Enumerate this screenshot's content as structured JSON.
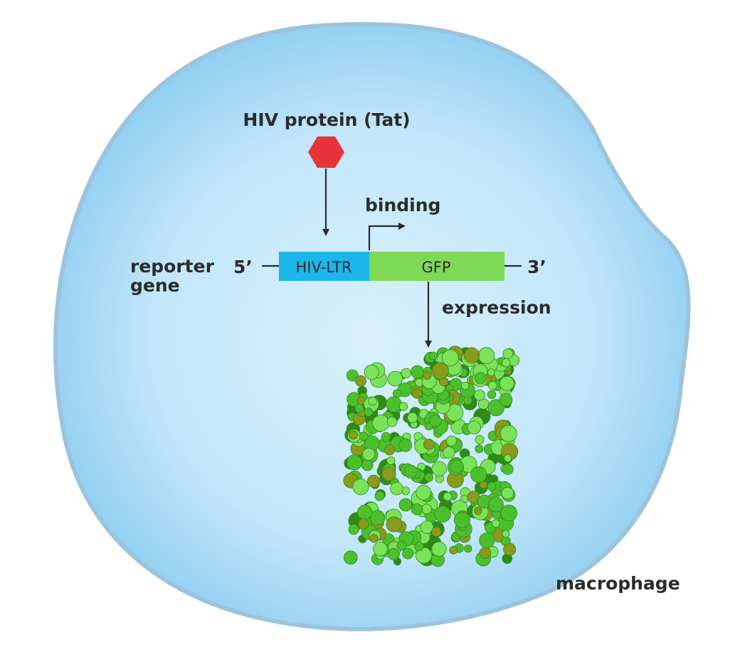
{
  "diagram": {
    "protein_label": "HIV protein (Tat)",
    "binding_label": "binding",
    "reporter_label_line1": "reporter",
    "reporter_label_line2": "gene",
    "five_prime": "5’",
    "three_prime": "3’",
    "promoter_segment": "HIV-LTR",
    "gene_segment": "GFP",
    "expression_label": "expression",
    "cell_label": "macrophage"
  },
  "colors": {
    "cell_fill_center": "#d8f1fd",
    "cell_fill_edge": "#7fc6ee",
    "cell_outline": "#9cc4dc",
    "tat_hexagon": "#e8333a",
    "promoter_segment": "#1bb7ea",
    "gene_segment": "#7ed957",
    "protein_light": "#7be35a",
    "protein_mid": "#4cbf2d",
    "protein_dark": "#2f8a18",
    "protein_olive": "#8a9a1c",
    "arrow": "#2b2b2b"
  },
  "icons": {
    "tat_protein": "hexagon-icon",
    "gfp_protein": "protein-structure-icon"
  }
}
